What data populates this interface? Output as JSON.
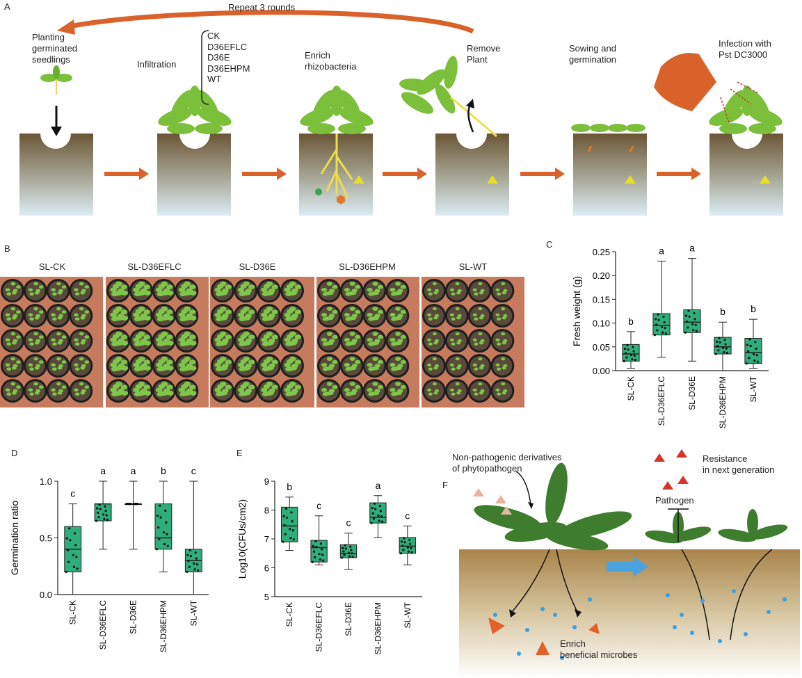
{
  "panels": {
    "a": "A",
    "b": "B",
    "c": "C",
    "d": "D",
    "e": "E",
    "f": "F"
  },
  "panelA": {
    "repeat_label": "Repeat 3 rounds",
    "steps": [
      "Planting\ngerminated\nseedlings",
      "Infiltration",
      "Enrich\nrhizobacteria",
      "Remove\nPlant",
      "Sowing and\ngermination",
      "Infection with\nPst DC3000"
    ],
    "treatments": [
      "CK",
      "D36EFLC",
      "D36E",
      "D36EHPM",
      "WT"
    ]
  },
  "panelB": {
    "groups": [
      "SL-CK",
      "SL-D36EFLC",
      "SL-D36E",
      "SL-D36EHPM",
      "SL-WT"
    ]
  },
  "panelF": {
    "text_nonpath": "Non-pathogenic derivatives\nof phytopathogen",
    "text_resistance": "Resistance\nin next generation",
    "text_pathogen": "Pathogen",
    "text_enrich": "Enrich\nbeneficial microbes"
  },
  "colors": {
    "box_fill": "#2fad7a",
    "arrow": "#d9622b",
    "soil": "#a8844a",
    "leaf": "#7cbf3a"
  },
  "chart_data": [
    {
      "type": "box",
      "ylabel": "Fresh weight (g)",
      "ylim": [
        0,
        0.25
      ],
      "yticks": [
        "0.00",
        "0.05",
        "0.10",
        "0.15",
        "0.20",
        "0.25"
      ],
      "categories": [
        "SL-CK",
        "SL-D36EFLC",
        "SL-D36E",
        "SL-D36EHPM",
        "SL-WT"
      ],
      "letters": [
        "b",
        "a",
        "a",
        "b",
        "b"
      ],
      "boxes": [
        {
          "min": 0.005,
          "q1": 0.02,
          "median": 0.035,
          "q3": 0.055,
          "max": 0.082
        },
        {
          "min": 0.028,
          "q1": 0.075,
          "median": 0.095,
          "q3": 0.12,
          "max": 0.23
        },
        {
          "min": 0.02,
          "q1": 0.08,
          "median": 0.102,
          "q3": 0.128,
          "max": 0.236
        },
        {
          "min": 0.0,
          "q1": 0.035,
          "median": 0.05,
          "q3": 0.07,
          "max": 0.102
        },
        {
          "min": 0.005,
          "q1": 0.015,
          "median": 0.038,
          "q3": 0.068,
          "max": 0.108
        }
      ]
    },
    {
      "type": "box",
      "ylabel": "Germination ratio",
      "ylim": [
        0,
        1
      ],
      "yticks": [
        "0.0",
        "0.5",
        "1.0"
      ],
      "categories": [
        "SL-CK",
        "SL-D36EFLC",
        "SL-D36E",
        "SL-D36EHPM",
        "SL-WT"
      ],
      "letters": [
        "c",
        "a",
        "a",
        "b",
        "c"
      ],
      "boxes": [
        {
          "min": 0.0,
          "q1": 0.2,
          "median": 0.4,
          "q3": 0.6,
          "max": 0.8
        },
        {
          "min": 0.4,
          "q1": 0.65,
          "median": 0.8,
          "q3": 0.8,
          "max": 1.0
        },
        {
          "min": 0.4,
          "q1": 0.8,
          "median": 0.8,
          "q3": 0.8,
          "max": 1.0
        },
        {
          "min": 0.2,
          "q1": 0.4,
          "median": 0.5,
          "q3": 0.8,
          "max": 1.0
        },
        {
          "min": 0.0,
          "q1": 0.2,
          "median": 0.3,
          "q3": 0.4,
          "max": 1.0
        }
      ]
    },
    {
      "type": "box",
      "ylabel": "Log10(CFUs/cm2)",
      "ylim": [
        5,
        9
      ],
      "yticks": [
        "5",
        "6",
        "7",
        "8",
        "9"
      ],
      "categories": [
        "SL-CK",
        "SL-D36EFLC",
        "SL-D36E",
        "SL-D36EHPM",
        "SL-WT"
      ],
      "letters": [
        "b",
        "c",
        "c",
        "a",
        "c"
      ],
      "boxes": [
        {
          "min": 6.6,
          "q1": 6.9,
          "median": 7.45,
          "q3": 8.1,
          "max": 8.45
        },
        {
          "min": 6.1,
          "q1": 6.2,
          "median": 6.7,
          "q3": 6.95,
          "max": 7.8
        },
        {
          "min": 5.95,
          "q1": 6.35,
          "median": 6.5,
          "q3": 6.8,
          "max": 7.2
        },
        {
          "min": 7.05,
          "q1": 7.55,
          "median": 7.75,
          "q3": 8.25,
          "max": 8.5
        },
        {
          "min": 6.1,
          "q1": 6.5,
          "median": 6.75,
          "q3": 7.05,
          "max": 7.45
        }
      ]
    }
  ]
}
